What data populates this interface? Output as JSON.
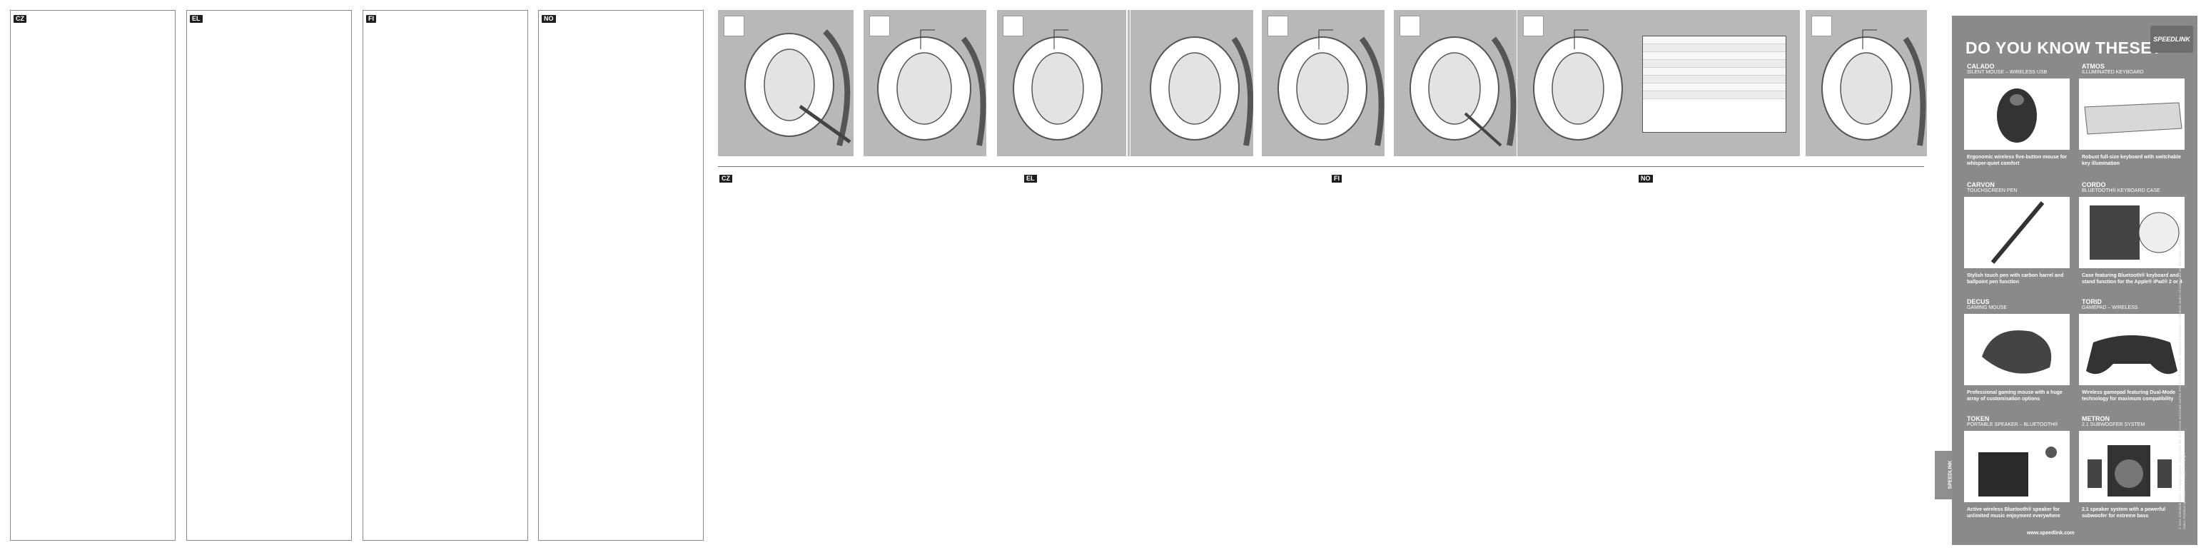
{
  "panels": [
    {
      "lang": "CZ"
    },
    {
      "lang": "EL"
    },
    {
      "lang": "FI"
    },
    {
      "lang": "NO"
    }
  ],
  "strip_langs": [
    "CZ",
    "EL",
    "FI",
    "NO"
  ],
  "side_tab": "SPEEDLINK",
  "ad": {
    "headline": "DO YOU KNOW THESE?",
    "logo": "SPEEDLINK",
    "url": "www.speedlink.com",
    "legal": "© 2014 Jöllenbeck GmbH. All rights reserved. SPEEDLINK, the SPEEDLINK word mark and the SPEEDLINK swoosh are registered trademarks of Jöllenbeck GmbH. All trademarks are the property of their respective owner. Technical specifications are subject to change.",
    "cards": [
      {
        "name": "CALADO",
        "sub": "SILENT MOUSE – WIRELESS USB",
        "desc": "Ergonomic wireless five-button mouse for whisper-quiet comfort"
      },
      {
        "name": "ATMOS",
        "sub": "ILLUMINATED KEYBOARD",
        "desc": "Robust full-size keyboard with switchable key illumination"
      },
      {
        "name": "CARVON",
        "sub": "TOUCHSCREEN PEN",
        "desc": "Stylish touch pen with carbon barrel and ballpoint pen function"
      },
      {
        "name": "CORDO",
        "sub": "BLUETOOTH® KEYBOARD CASE",
        "desc": "Case featuring Bluetooth® keyboard and stand function for the Apple® iPad® 2 or 4"
      },
      {
        "name": "DECUS",
        "sub": "GAMING MOUSE",
        "desc": "Professional gaming mouse with a huge array of customisation options"
      },
      {
        "name": "TORID",
        "sub": "GAMEPAD – WIRELESS",
        "desc": "Wireless gamepad featuring Dual-Mode technology for maximum compatibility"
      },
      {
        "name": "TOKEN",
        "sub": "PORTABLE SPEAKER – BLUETOOTH®",
        "desc": "Active wireless Bluetooth® speaker for unlimited music enjoyment everywhere"
      },
      {
        "name": "METRON",
        "sub": "2.1 SUBWOOFER SYSTEM",
        "desc": "2.1 speaker system with a powerful subwoofer for extreme bass"
      }
    ]
  }
}
